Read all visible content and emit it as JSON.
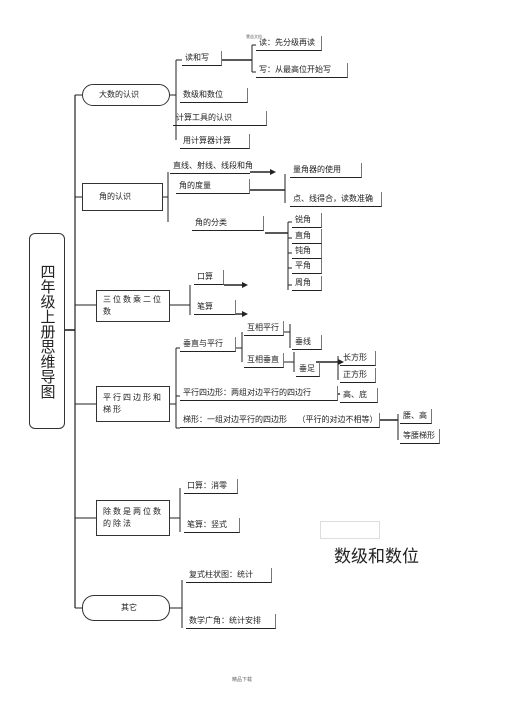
{
  "root": {
    "label": "四年级上册思维导图"
  },
  "branches": {
    "big_numbers": {
      "label": "大数的认识",
      "read_write": "读和写",
      "read_note": "读：先分级再读",
      "write_note": "写：从最高位开始写",
      "small_note": "慧益文档",
      "counting_units": "数级和数位",
      "calc_tools": "计算工具的认识",
      "calculator": "用计算器计算"
    },
    "angles": {
      "label": "角的认识",
      "lines": "直线、射线、线段和角",
      "measure": "角的度量",
      "protractor": "量角器的使用",
      "protractor_note": "点、线得合，读数准确",
      "classify": "角的分类",
      "types": [
        "锐角",
        "直角",
        "钝角",
        "平角",
        "周角"
      ]
    },
    "multiply": {
      "label": "三位数乘二位数",
      "oral": "口算",
      "written": "笔算"
    },
    "parallelogram": {
      "label": "平行四边形和梯形",
      "perp_parallel": "垂直与平行",
      "mutual_parallel": "互相平行",
      "mutual_perp": "互相垂直",
      "vertical_line": "垂线",
      "foot": "垂足",
      "rectangle": "长方形",
      "square": "正方形",
      "para_def": "平行四边形：两组对边平行的四边行",
      "base_height": "高、底",
      "trapezoid_def": "梯形：一组对边平行的四边形",
      "trapezoid_note": "（平行的对边不相等）",
      "waist_height": "腰、高",
      "isosceles": "等腰梯形"
    },
    "division": {
      "label": "除数是两位数的除法",
      "oral": "口算：消零",
      "written": "笔算：竖式"
    },
    "other": {
      "label": "其它",
      "bar_chart": "复式柱状图：统计",
      "math_wide": "数学广角：统计安排"
    }
  },
  "annotation": "数级和数位",
  "footer": "精品下载"
}
